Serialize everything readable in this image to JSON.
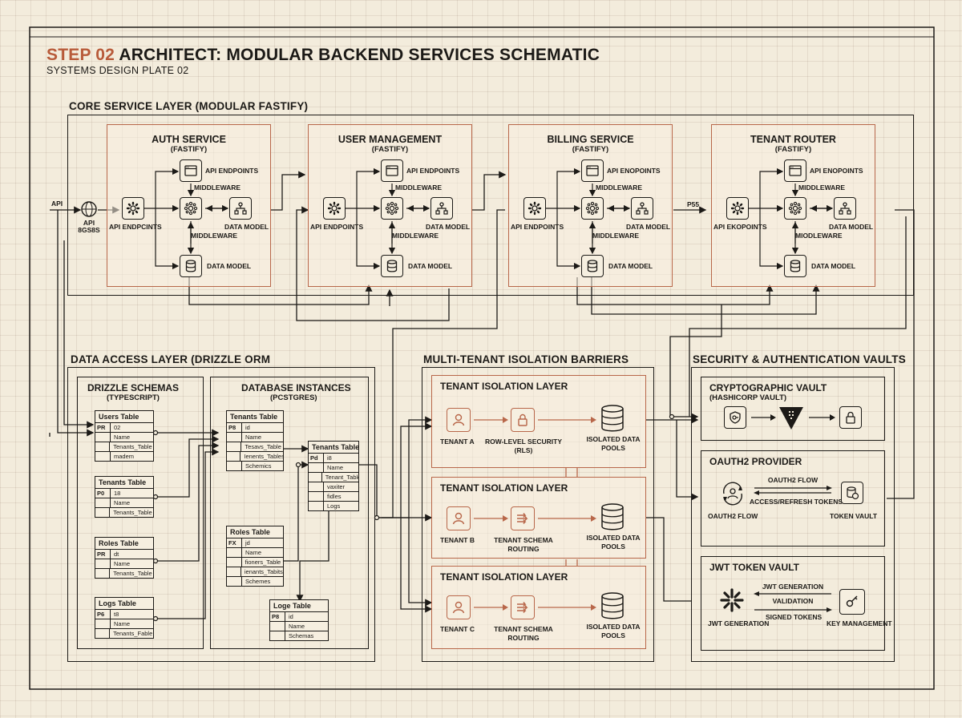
{
  "header": {
    "step": "STEP 02",
    "title": "ARCHITECT: MODULAR BACKEND SERVICES SCHEMATIC",
    "subtitle": "SYSTEMS DESIGN PLATE 02"
  },
  "core": {
    "label": "CORE SERVICE LAYER (MODULAR FASTIFY)",
    "api_in": "API",
    "api_gw_1": "API",
    "api_gw_2": "8GS8S",
    "p55": "P55",
    "services": [
      {
        "title": "AUTH SERVICE",
        "subtitle": "(FASTIFY)",
        "endpoints_top": "API ENDPOINTS",
        "middleware_top": "MIDDLEWARE",
        "endpoints_left": "API ENDPCINTS",
        "data_model_right": "DATA MODEL",
        "middleware_bottom": "MIDDLEWARE",
        "data_model_bottom": "DATA MODEL"
      },
      {
        "title": "USER MANAGEMENT",
        "subtitle": "(FASTIFY)",
        "endpoints_top": "API ENDPOINTS",
        "middleware_top": "MIDDLEWARE",
        "endpoints_left": "API ENDPOINTS",
        "data_model_right": "DATA MODEL",
        "middleware_bottom": "MIDDLEWARE",
        "data_model_bottom": "DATA MODEL"
      },
      {
        "title": "BILLING SERVICE",
        "subtitle": "(FASTIFY)",
        "endpoints_top": "API ENOPOINTS",
        "middleware_top": "MIDDLEWARE",
        "endpoints_left": "API ENDPOINTS",
        "data_model_right": "DATA MODEL",
        "middleware_bottom": "MIDDLEWARE",
        "data_model_bottom": "DATA MODEL"
      },
      {
        "title": "TENANT ROUTER",
        "subtitle": "(FASTIFY)",
        "endpoints_top": "API ENOPOINTS",
        "middleware_top": "MIDDLEWARE",
        "endpoints_left": "API EKOPOINTS",
        "data_model_right": "DATA MODEL",
        "middleware_bottom": "MIODLEWARE",
        "data_model_bottom": "DATA MODEL"
      }
    ]
  },
  "data_layer": {
    "label": "DATA ACCESS LAYER (DRIZZLE ORM",
    "schemas": {
      "title": "DRIZZLE SCHEMAS",
      "subtitle": "(TYPESCRIPT)",
      "tables": [
        {
          "name": "Users Table",
          "rows": [
            [
              "PR",
              "02"
            ],
            [
              "",
              "Name"
            ],
            [
              "",
              "Tenants_Table"
            ],
            [
              "",
              "madem"
            ]
          ]
        },
        {
          "name": "Tenants Table",
          "rows": [
            [
              "P0",
              "18"
            ],
            [
              "",
              "Name"
            ],
            [
              "",
              "Tenants_Table"
            ]
          ]
        },
        {
          "name": "Roles Table",
          "rows": [
            [
              "PR",
              "dt"
            ],
            [
              "",
              "Name"
            ],
            [
              "",
              "Tenants_Table"
            ]
          ]
        },
        {
          "name": "Logs Table",
          "rows": [
            [
              "P6",
              "t8"
            ],
            [
              "",
              "Name"
            ],
            [
              "",
              "Tenants_Fable"
            ]
          ]
        }
      ]
    },
    "instances": {
      "title": "DATABASE INSTANCES",
      "subtitle": "(PCSTGRES)",
      "tables": [
        {
          "name": "Tenants Table",
          "rows": [
            [
              "P8",
              "id"
            ],
            [
              "",
              "Name"
            ],
            [
              "",
              "Tesavs_Table"
            ],
            [
              "",
              "Ienents_Tables"
            ],
            [
              "",
              "Schemics"
            ]
          ]
        },
        {
          "name": "Tenants Table",
          "rows": [
            [
              "Pd",
              "i8"
            ],
            [
              "",
              "Name"
            ],
            [
              "",
              "Tenant_Table"
            ],
            [
              "",
              "vaxiter"
            ],
            [
              "",
              "fidles"
            ],
            [
              "",
              "Logs"
            ]
          ]
        },
        {
          "name": "Roles Table",
          "rows": [
            [
              "FX",
              "jd"
            ],
            [
              "",
              "Name"
            ],
            [
              "",
              "fioners_Table"
            ],
            [
              "",
              "ienants_Tabits"
            ],
            [
              "",
              "Schemes"
            ]
          ]
        },
        {
          "name": "Loge Table",
          "rows": [
            [
              "P8",
              "id"
            ],
            [
              "",
              "Name"
            ],
            [
              "",
              "Schemas"
            ]
          ]
        }
      ]
    }
  },
  "isolation": {
    "label": "MULTI-TENANT ISOLATION BARRIERS",
    "layers": [
      {
        "title": "TENANT ISOLATION LAYER",
        "tenant": "TENANT A",
        "mechanism": "ROW-LEVEL SECURITY (RLS)",
        "pool": "ISOLATED DATA POOLS"
      },
      {
        "title": "TENANT ISOLATION LAYER",
        "tenant": "TENANT B",
        "mechanism": "TENANT SCHEMA ROUTING",
        "pool": "ISOLATED DATA POOLS"
      },
      {
        "title": "TENANT ISOLATION LAYER",
        "tenant": "TENANT C",
        "mechanism": "TENANT SCHEMA ROUTING",
        "pool": "ISOLATED DATA POOLS"
      }
    ]
  },
  "security": {
    "label": "SECURITY & AUTHENTICATION VAULTS",
    "crypto": {
      "title": "CRYPTOGRAPHIC VAULT",
      "subtitle": "(HASHICORP VAULT)"
    },
    "oauth": {
      "title": "OAUTH2 PROVIDER",
      "flow_label": "OAUTH2 FLOW",
      "tokens_label": "ACCESS/REFRESH TOKENS",
      "left_label": "OAUTH2 FLOW",
      "right_label": "TOKEN VAULT"
    },
    "jwt": {
      "title": "JWT TOKEN VAULT",
      "gen_arrow": "JWT GENERATION",
      "validation": "VALIDATION",
      "signed": "SIGNED TOKENS",
      "left_label": "JWT GENERATION",
      "right_label": "KEY MANAGEMENT"
    }
  }
}
